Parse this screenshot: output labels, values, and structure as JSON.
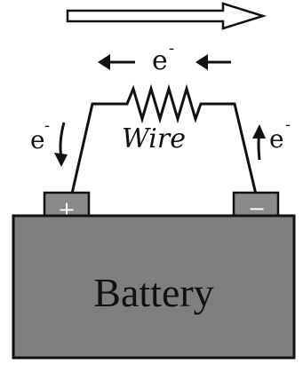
{
  "diagram": {
    "battery_label": "Battery",
    "wire_label": "Wire",
    "electron_symbol": "e",
    "electron_charge": "-",
    "positive_terminal": "+",
    "negative_terminal": "−",
    "colors": {
      "battery_body": "#7f7f7f",
      "terminal": "#8a8a8a",
      "line": "#111111",
      "background": "#ffffff"
    }
  }
}
